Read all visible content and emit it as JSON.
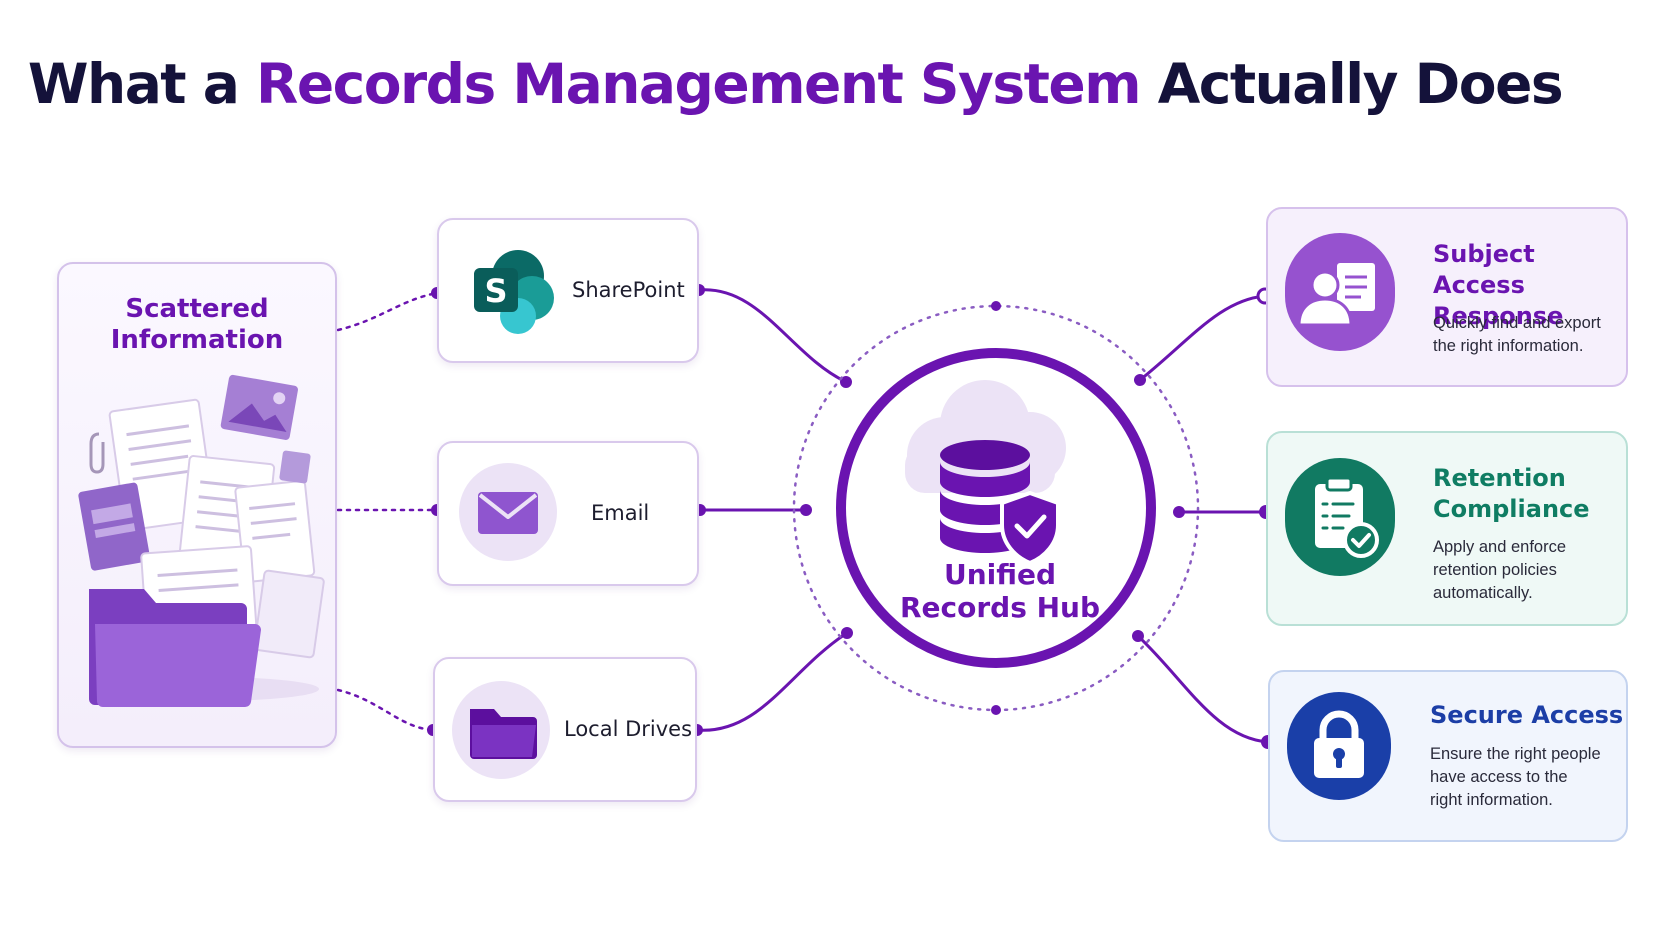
{
  "title": {
    "prefix": "What a ",
    "highlight": "Records Management System",
    "suffix": " Actually Does"
  },
  "scattered": {
    "title_line1": "Scattered",
    "title_line2": "Information"
  },
  "sources": [
    {
      "label": "SharePoint",
      "icon": "sharepoint-logo-icon"
    },
    {
      "label": "Email",
      "icon": "envelope-icon"
    },
    {
      "label": "Local Drives",
      "icon": "folder-icon"
    }
  ],
  "hub": {
    "label_line1": "Unified",
    "label_line2": "Records Hub",
    "icon": "database-shield-icon"
  },
  "outcomes": [
    {
      "title_line1": "Subject Access",
      "title_line2": "Response",
      "desc_line1": "Quickly find and export",
      "desc_line2": "the right information.",
      "desc_line3": "",
      "icon": "person-document-icon",
      "color": "#6a14b0"
    },
    {
      "title_line1": "Retention",
      "title_line2": "Compliance",
      "desc_line1": "Apply and enforce",
      "desc_line2": "retention policies",
      "desc_line3": "automatically.",
      "icon": "clipboard-check-icon",
      "color": "#0f7d63"
    },
    {
      "title_line1": "Secure Access",
      "title_line2": "",
      "desc_line1": "Ensure the right people",
      "desc_line2": "have access to the",
      "desc_line3": "right information.",
      "icon": "padlock-icon",
      "color": "#1c3ea6"
    }
  ],
  "colors": {
    "primary": "#6a14b0",
    "navy": "#14123a",
    "teal": "#0f7d63",
    "blue": "#1c3ea6"
  }
}
